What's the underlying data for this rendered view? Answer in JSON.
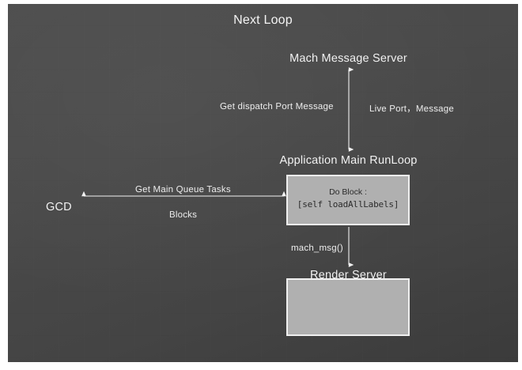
{
  "slide": {
    "title": "Next Loop",
    "background_color": "#4a4a4a",
    "text_color": "#f2f2f2"
  },
  "nodes": {
    "mach_message_server": "Mach Message Server",
    "application_main_runloop": "Application Main RunLoop",
    "render_server": "Render Server",
    "gcd": "GCD"
  },
  "boxes": {
    "do_block": {
      "line1": "Do Block :",
      "line2": "[self loadAllLabels]",
      "fill_color": "#b0b0b0",
      "border_color": "#f0f0f0"
    },
    "render_server_box": {
      "fill_color": "#b0b0b0",
      "border_color": "#f0f0f0"
    }
  },
  "edge_labels": {
    "get_dispatch_port_message": "Get dispatch Port Message",
    "live_port_message": "Live Port，Message",
    "get_main_queue_tasks": "Get Main Queue Tasks",
    "blocks": "Blocks",
    "mach_msg": "mach_msg()"
  },
  "arrows": {
    "vertical_runloop_to_mach": "double-headed-vertical-arrow",
    "horizontal_gcd_to_block": "double-headed-horizontal-arrow",
    "vertical_block_to_render": "down-arrow"
  }
}
